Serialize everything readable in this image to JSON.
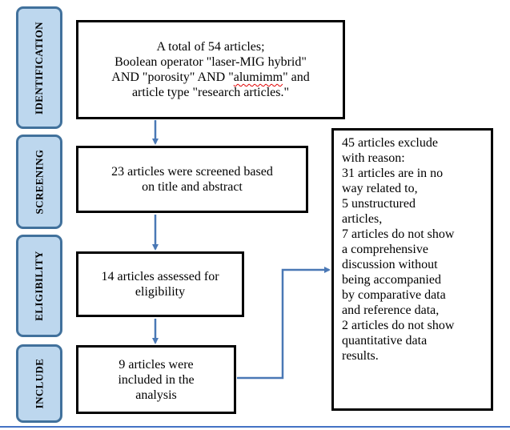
{
  "phases": [
    "IDENTIFICATION",
    "SCREENING",
    "ELIGIBILITY",
    "INCLUDE"
  ],
  "colors": {
    "phase_fill": "#bdd7ee",
    "phase_border": "#41719c",
    "arrow": "#4a78b5",
    "footer_rule": "#4472c4"
  },
  "boxes": {
    "identification": {
      "lines": [
        "A total of 54 articles;",
        "Boolean operator \"laser-MIG hybrid\""
      ],
      "line3_pre": "AND \"porosity\" AND \"",
      "line3_misspelled": "alumimm",
      "line3_post": "\" and",
      "line4": "article type \"research articles.\""
    },
    "screening": {
      "lines": [
        "23 articles were screened based",
        "on title and abstract"
      ]
    },
    "eligibility": {
      "lines": [
        "14 articles assessed for",
        "eligibility"
      ]
    },
    "include": {
      "lines": [
        "9 articles were",
        "included in the",
        "analysis"
      ]
    },
    "excluded": {
      "lines": [
        "45 articles exclude",
        "with reason:",
        "31 articles are in no",
        "way related to,",
        "5 unstructured",
        "articles,",
        "7 articles do not show",
        "a comprehensive",
        "discussion without",
        "being accompanied",
        "by comparative data",
        "and reference data,",
        "2 articles do not show",
        "quantitative data",
        "results."
      ]
    }
  }
}
